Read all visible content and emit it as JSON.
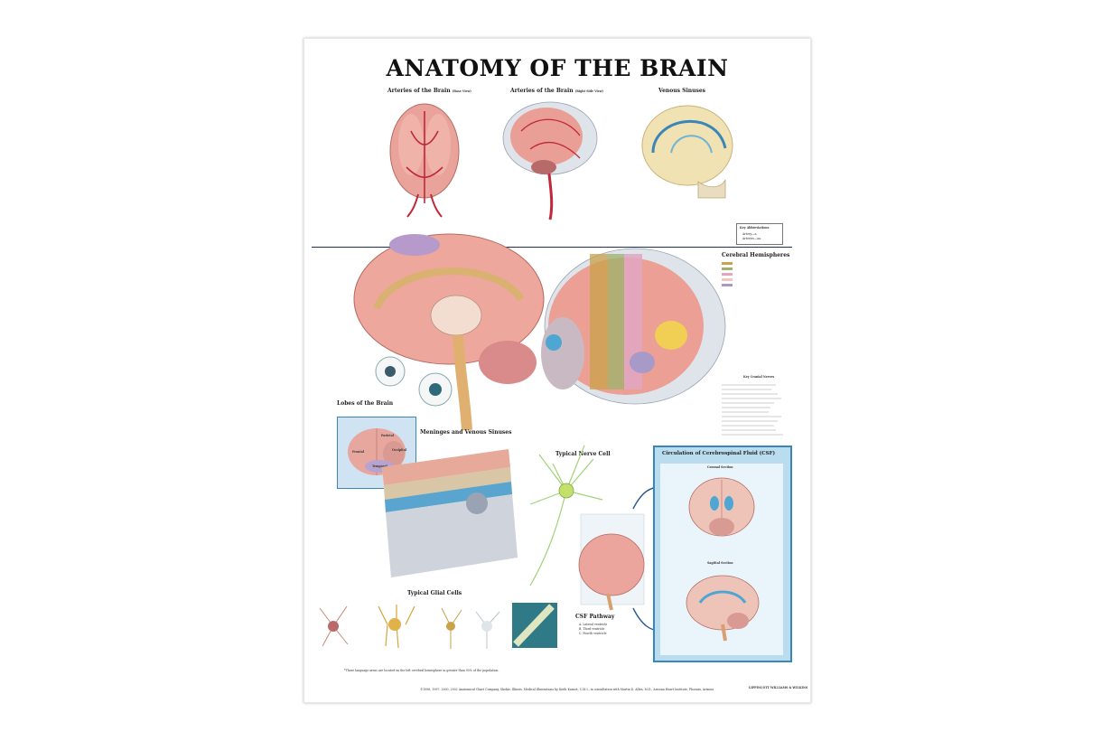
{
  "poster": {
    "title": "ANATOMY OF THE BRAIN",
    "sections": {
      "arteries_base": "Arteries of the Brain",
      "arteries_base_sub": "(Base View)",
      "arteries_side": "Arteries of the Brain",
      "arteries_side_sub": "(Right Side View)",
      "venous_sinuses": "Venous Sinuses",
      "cerebral_hemispheres": "Cerebral Hemispheres",
      "lobes": "Lobes of the Brain",
      "meninges": "Meninges and Venous Sinuses",
      "nerve_cell": "Typical Nerve Cell",
      "glial_cells": "Typical Glial Cells",
      "csf_circulation": "Circulation of Cerebrospinal Fluid (CSF)",
      "coronal_section": "Coronal Section",
      "sagittal_section": "Sagittal Section",
      "csf_pathway": "CSF Pathway",
      "key_abbreviations": "Key Abbreviations",
      "key_cranial_nerves": "Key Cranial Nerves"
    },
    "csf_pathway_items": [
      "A. Lateral ventricle",
      "B. Third ventricle",
      "C. Fourth ventricle"
    ],
    "abbreviations": [
      "Artery—a.",
      "Arteries—aa."
    ],
    "lobe_labels": [
      "Parietal",
      "Frontal",
      "Occipital",
      "Temporal"
    ],
    "hemisphere_legend_colors": [
      "#c9a24a",
      "#9bb36a",
      "#e0a6c2",
      "#f2c7c0",
      "#a79ac8"
    ],
    "footnote": "*These language areas are located on the left cerebral hemisphere in greater than 95% of the population.",
    "copyright": "©1996, 1997, 2000, 2002 Anatomical Chart Company, Skokie, Illinois. Medical illustrations by Keith Kasnot, C.M.I., in consultation with Martin D. Allen, M.D., Arizona Heart Institute, Phoenix, Arizona",
    "publisher": "LIPPINCOTT WILLIAMS & WILKINS"
  }
}
